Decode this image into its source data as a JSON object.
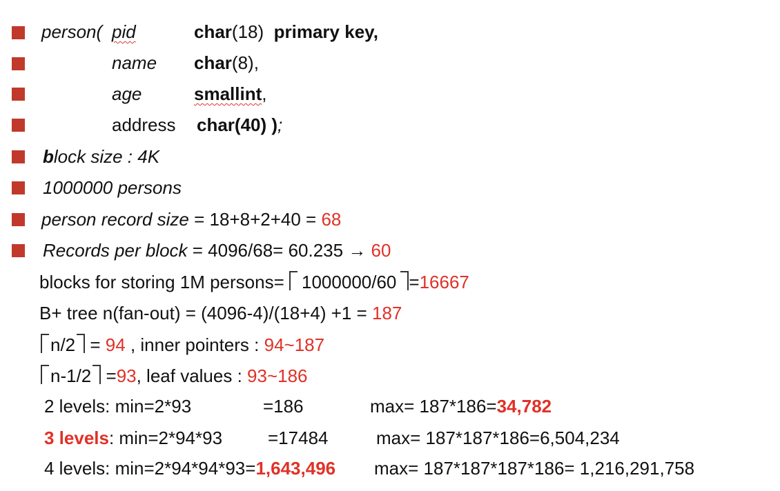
{
  "slide": {
    "colors": {
      "accent": "#e03127",
      "bullet": "#c0392b",
      "text": "#111111"
    },
    "schema": {
      "table": "person(",
      "col1_name": "pid",
      "col1_type_kw": "char",
      "col1_type_arg": "(18)",
      "col1_constraint": "primary key",
      "col1_sep": ",",
      "col2_name": "name",
      "col2_type_kw": "char",
      "col2_type_arg": "(8),",
      "col3_name": "age",
      "col3_type": "smallint",
      "col3_sep": ",",
      "col4_name": "address",
      "col4_type": "char(40) )",
      "col4_sep": ";"
    },
    "block_size": {
      "lead": "b",
      "rest": "lock size : 4K"
    },
    "persons": "1000000 persons",
    "record_size": {
      "label": "person record  size",
      "expr": " = 18+8+2+40 = ",
      "result": "68"
    },
    "records_per_block": {
      "label": "Records per block",
      "expr": " =  4096/68= 60.235 ",
      "arrow": "→",
      "result": " 60"
    },
    "blocks": {
      "label": "blocks for storing 1M persons=",
      "inner": "1000000/60",
      "eq": "=",
      "result": "16667"
    },
    "fanout": {
      "label": "B+ tree n(fan-out)  = (4096-4)/(18+4) +1 = ",
      "result": "187"
    },
    "half_n": {
      "inner": "n/2",
      "eq": " = ",
      "result": "94",
      "label": " , inner pointers  :  ",
      "range": "94~187"
    },
    "half_n1": {
      "inner": "n-1/2",
      "eq": " =",
      "result": "93",
      "label": ", leaf values    :  ",
      "range": "93~186"
    },
    "levels": [
      {
        "label": "2 levels",
        "min": ":  min=2*93",
        "min_eq": "=186",
        "max_label": "max=  187*186=",
        "max_val": "34,782"
      },
      {
        "label": "3 levels",
        "min": ":  min=2*94*93",
        "min_eq": "=17484",
        "max_label": "max= 187*187*186=6,504,234",
        "max_val": ""
      },
      {
        "label": "4 levels",
        "min": ":  min=2*94*94*93=",
        "min_eq": "1,643,496",
        "max_label": "max= 187*187*187*186= 1,216,291,758",
        "max_val": ""
      }
    ]
  }
}
